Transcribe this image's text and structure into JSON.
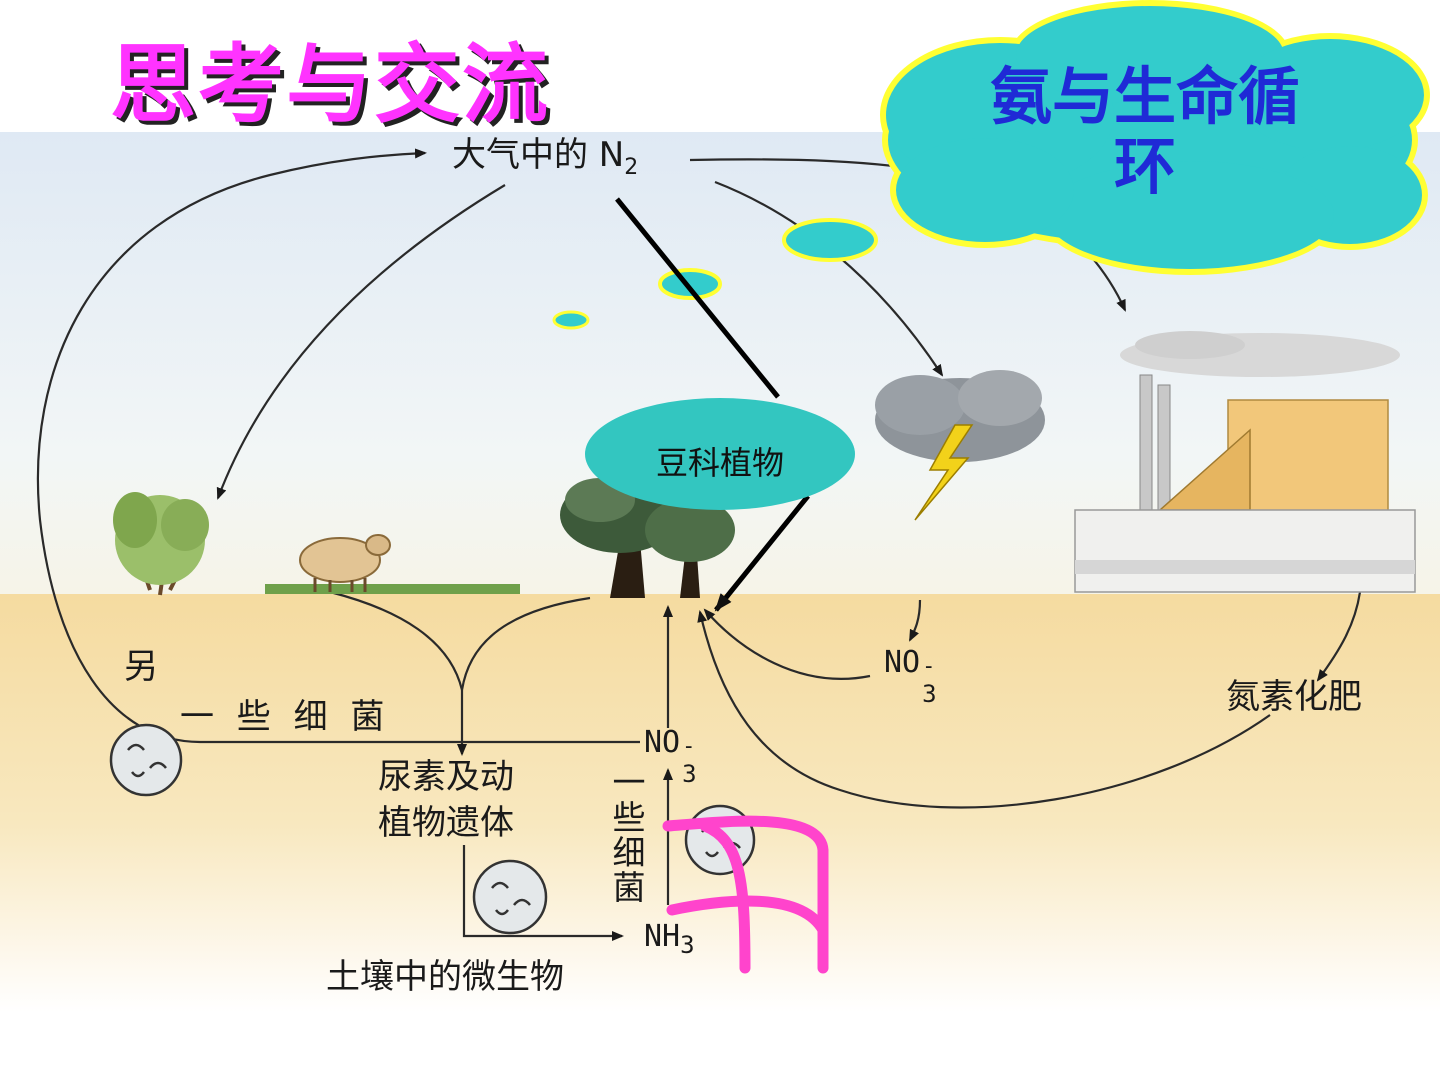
{
  "title": "思考与交流",
  "cloud_label": "氨与生命循环",
  "bubble_label": "豆科植物",
  "labels": {
    "atmosphere_n2": "大气中的 N",
    "atmosphere_n2_sub": "2",
    "other_bacteria_1": "另",
    "other_bacteria_2": "一 些 细 菌",
    "no3_right": "NO",
    "no3_right_sub": "3",
    "no3_right_sup": "-",
    "no3_mid": "NO",
    "no3_mid_sub": "3",
    "no3_mid_sup": "-",
    "nh3": "NH",
    "nh3_sub": "3",
    "urea_remains_1": "尿素及动",
    "urea_remains_2": "植物遗体",
    "some_bacteria_vertical": "一些细菌",
    "soil_microbes": "土壤中的微生物",
    "nitrogen_fertilizer": "氮素化肥"
  },
  "colors": {
    "title": "#ff33ff",
    "cloud_fill": "#33cccc",
    "cloud_stroke": "#ffff33",
    "cloud_text": "#1f2ad6",
    "bubble_fill": "#33c6c0",
    "magenta_mark": "#ff44cc"
  },
  "icons": [
    "bacteria-icon",
    "shrub-icon",
    "sheep-icon",
    "legume-tree-icon",
    "storm-cloud-icon",
    "lightning-icon",
    "factory-icon"
  ]
}
